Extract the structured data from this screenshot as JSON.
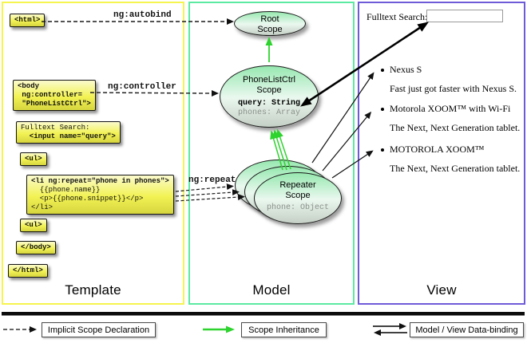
{
  "columns": {
    "template": "Template",
    "model": "Model",
    "view": "View"
  },
  "connector_labels": {
    "ng_autobind": "ng:autobind",
    "ng_controller": "ng:controller",
    "ng_repeat": "ng:repeat"
  },
  "template": {
    "html_open": "<html>",
    "body_open": "<body\n ng:controller=\n \"PhoneListCtrl\">",
    "fulltext_line1": "Fulltext Search:",
    "fulltext_line2": "  <input name=\"query\">",
    "ul_open": "<ul>",
    "li_line1": "<li ng:repeat=\"phone in phones\">",
    "li_line2": "  {{phone.name}}",
    "li_line3": "  <p>{{phone.snippet}}</p>",
    "li_line4": "</li>",
    "ul_close": "<ul>",
    "body_close": "</body>",
    "html_close": "</html>"
  },
  "model": {
    "root_scope_line1": "Root",
    "root_scope_line2": "Scope",
    "phonelistctrl_line1": "PhoneListCtrl",
    "phonelistctrl_line2": "Scope",
    "phonelistctrl_query": "query: String",
    "phonelistctrl_phones": "phones: Array",
    "repeater_line1": "Repeater",
    "repeater_line2": "Scope",
    "repeater_phone": "phone: Object"
  },
  "view": {
    "search_label": "Fulltext Search:",
    "phones": [
      {
        "name": "Nexus S",
        "snippet": "Fast just got faster with Nexus S."
      },
      {
        "name": "Motorola XOOM™ with Wi-Fi",
        "snippet": "The Next, Next Generation tablet."
      },
      {
        "name": "MOTOROLA XOOM™",
        "snippet": "The Next, Next Generation tablet."
      }
    ]
  },
  "legend": {
    "implicit": "Implicit Scope Declaration",
    "inheritance": "Scope Inheritance",
    "binding": "Model / View Data-binding"
  },
  "colors": {
    "template_border": "#f6f44e",
    "model_border": "#5ce9a2",
    "view_border": "#6e5bd8",
    "inheritance_green": "#2fd32f",
    "code_box_yellow": "#f2f254"
  }
}
